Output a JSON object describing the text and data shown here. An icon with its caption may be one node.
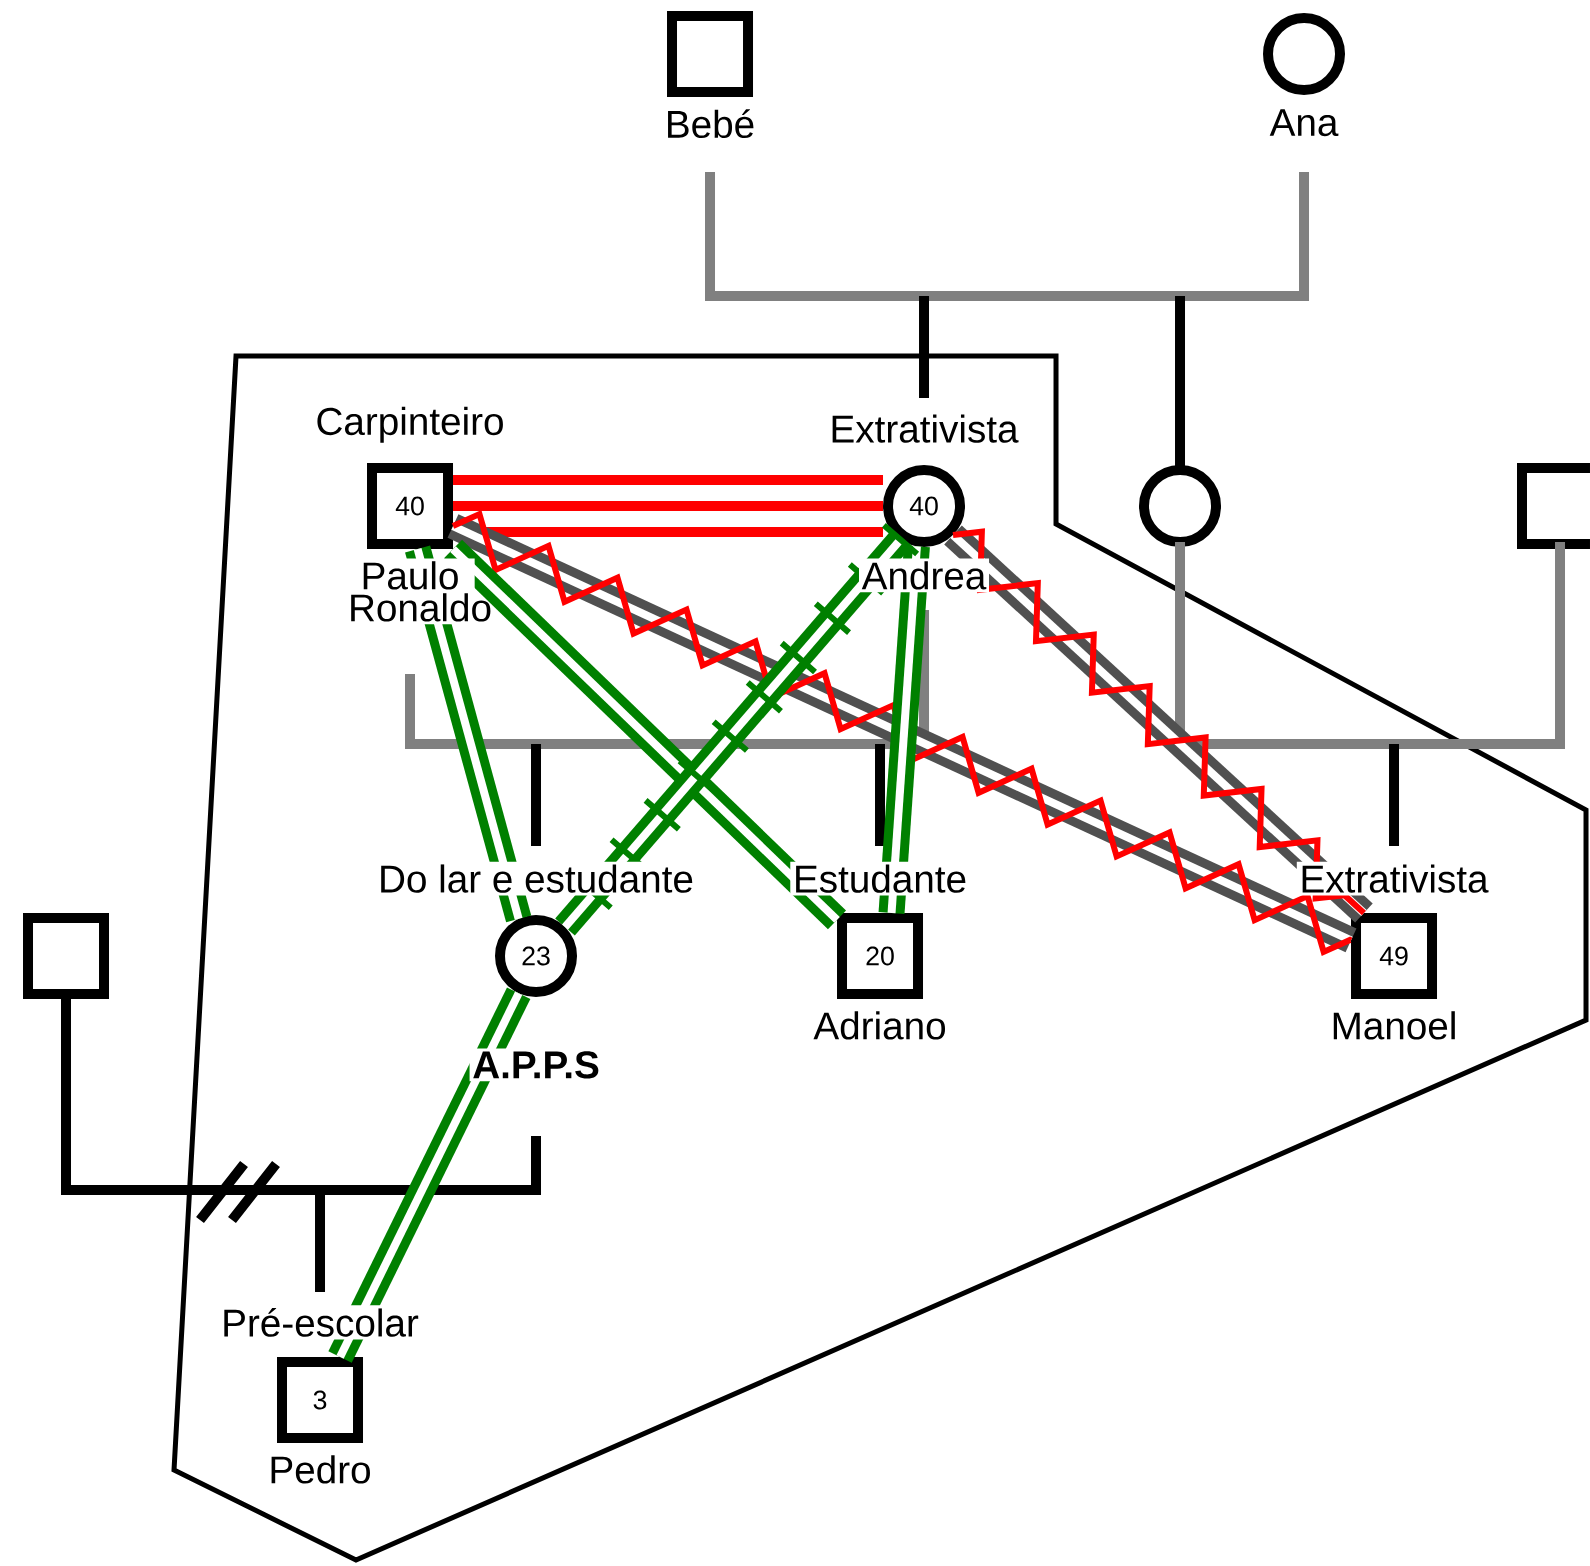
{
  "diagram": {
    "nodes": [
      {
        "text": [
          "Bebé"
        ]
      },
      {
        "text": [
          "Ana"
        ]
      },
      {
        "text": [
          "Carpinteiro",
          "40",
          "Paulo Ronaldo"
        ]
      },
      {
        "text": [
          "Extrativista",
          "40",
          "Andrea"
        ]
      },
      {
        "text": [],
        "shape": "circle"
      },
      {
        "text": [],
        "shape": "box"
      },
      {
        "text": [],
        "shape": "box"
      },
      {
        "text": [
          "Do lar e estudante",
          "23",
          "A.P.P.S"
        ]
      },
      {
        "text": [
          "Estudante",
          "20",
          "Adriano"
        ]
      },
      {
        "text": [
          "Extrativista",
          "49",
          "Manoel"
        ]
      },
      {
        "text": [
          "Pré-escolar",
          "3",
          "Pedro"
        ]
      }
    ],
    "edges": [
      {
        "from": 0,
        "to": 1,
        "arrow": "none",
        "color": "#808080"
      },
      {
        "from": null,
        "to": 3,
        "arrow": "none"
      },
      {
        "from": null,
        "to": 4,
        "arrow": "none"
      },
      {
        "from": 4,
        "to": 5,
        "arrow": "none",
        "color": "#808080"
      },
      {
        "from": null,
        "to": 9,
        "arrow": "none"
      },
      {
        "from": 2,
        "to": 3,
        "arrow": "none",
        "color": "#808080"
      },
      {
        "from": null,
        "to": 7,
        "arrow": "none"
      },
      {
        "from": null,
        "to": 8,
        "arrow": "none"
      },
      {
        "from": 6,
        "to": 7,
        "arrow": "none"
      },
      {
        "from": null,
        "to": 10,
        "arrow": "none"
      },
      {
        "from": 2,
        "to": 3,
        "arrow": "none",
        "style": "thick",
        "color": "#ff0000"
      },
      {
        "from": 2,
        "to": 9,
        "arrow": "none",
        "color": "#ff0000"
      },
      {
        "from": 3,
        "to": 9,
        "arrow": "none",
        "color": "#ff0000"
      },
      {
        "from": 2,
        "to": 7,
        "arrow": "none",
        "style": "thick",
        "color": "#008000"
      },
      {
        "from": 2,
        "to": 8,
        "arrow": "none",
        "style": "thick",
        "color": "#008000"
      },
      {
        "from": 3,
        "to": 8,
        "arrow": "none",
        "style": "thick",
        "color": "#008000"
      },
      {
        "from": 3,
        "to": 7,
        "arrow": "none",
        "style": "thick",
        "color": "#008000"
      },
      {
        "from": 7,
        "to": 10,
        "arrow": "none",
        "style": "thick",
        "color": "#008000"
      }
    ]
  }
}
